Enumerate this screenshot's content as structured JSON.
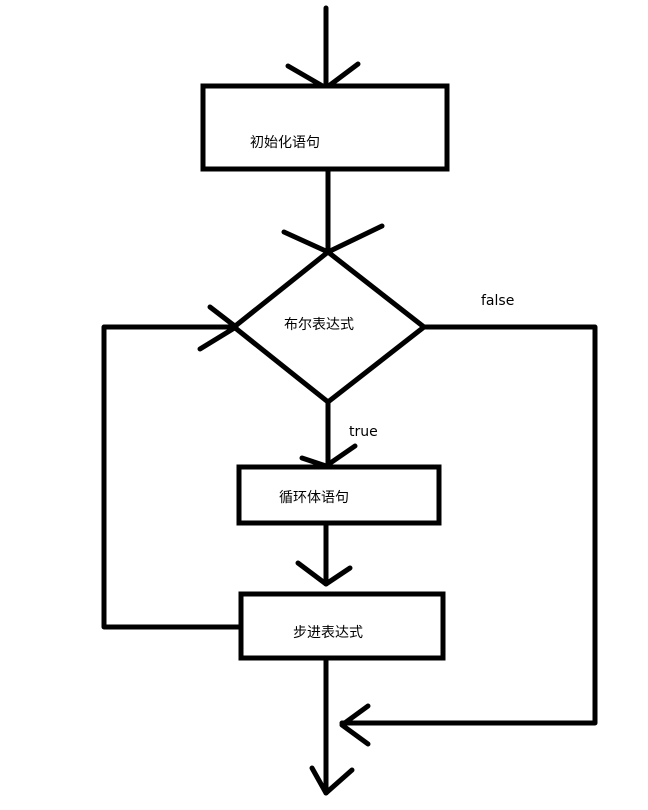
{
  "nodes": {
    "init": "初始化语句",
    "condition": "布尔表达式",
    "body": "循环体语句",
    "step": "步进表达式"
  },
  "edges": {
    "true_label": "true",
    "false_label": "false"
  },
  "colors": {
    "stroke": "#000000",
    "background": "#ffffff"
  }
}
